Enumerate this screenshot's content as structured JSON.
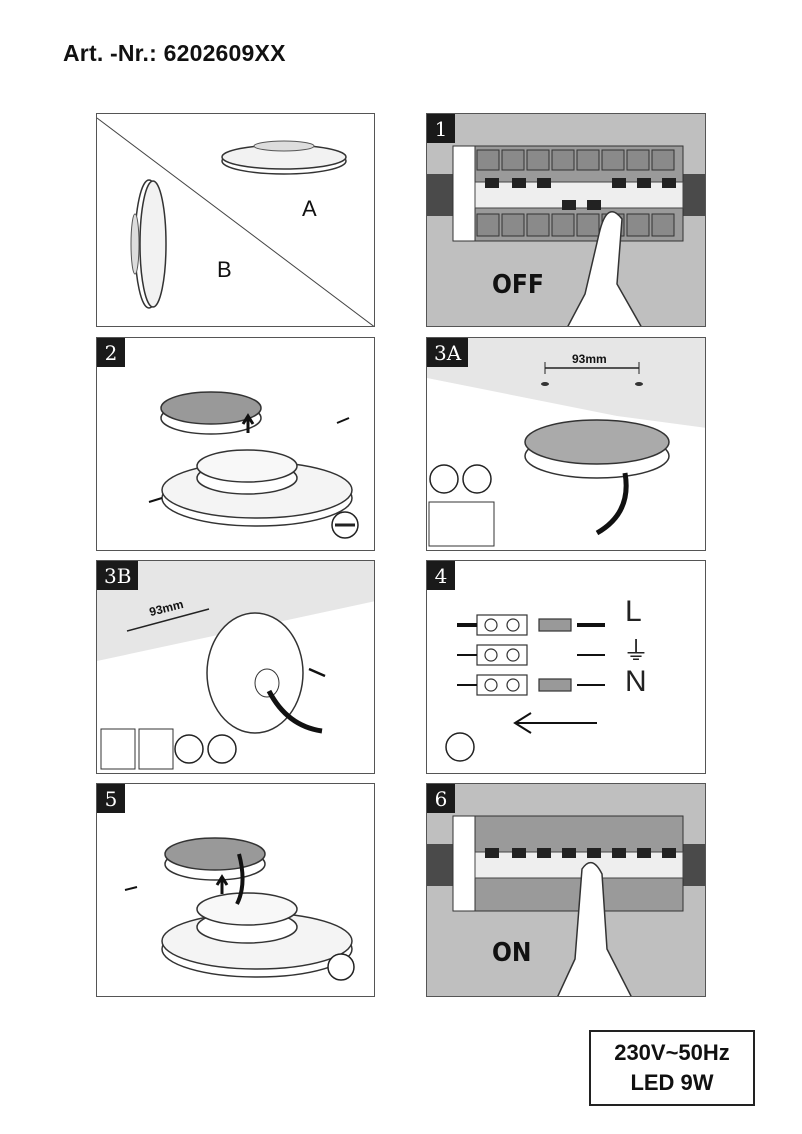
{
  "article_number": "Art. -Nr.: 6202609XX",
  "panel_a": {
    "label_a": "A",
    "label_b": "B"
  },
  "panel_1": {
    "step": "1",
    "status": "OFF"
  },
  "panel_2": {
    "step": "2"
  },
  "panel_3a": {
    "step": "3A",
    "dimension": "93mm"
  },
  "panel_3b": {
    "step": "3B",
    "dimension": "93mm"
  },
  "panel_4": {
    "step": "4",
    "wires": [
      "L",
      "⏚",
      "N"
    ]
  },
  "panel_5": {
    "step": "5"
  },
  "panel_6": {
    "step": "6",
    "status": "ON"
  },
  "spec": {
    "voltage": "230V~50Hz",
    "power": "LED 9W"
  },
  "colors": {
    "breaker_gray": "#9a9a9a",
    "rail_dark": "#444444",
    "frame": "#555555"
  },
  "icons": [
    "breaker-switch-icon",
    "finger-icon",
    "screwdriver-icon",
    "drill-icon",
    "arrow-icon",
    "ground-icon"
  ]
}
